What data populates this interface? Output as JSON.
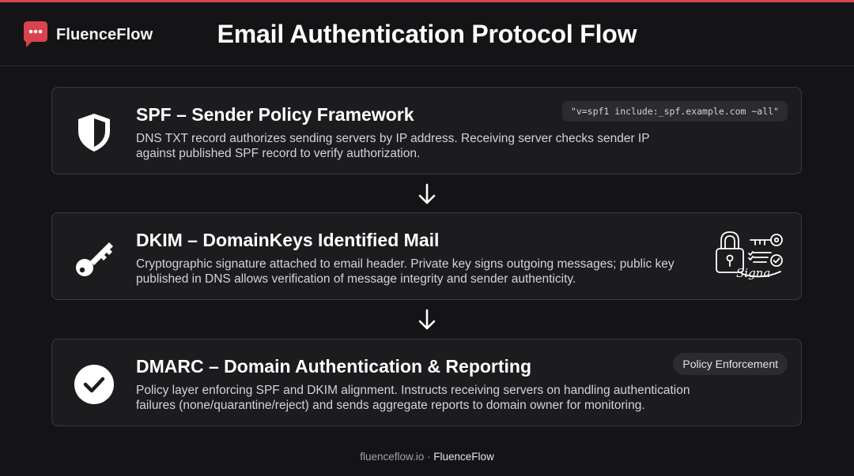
{
  "brand": {
    "name": "FluenceFlow",
    "logo_icon": "chat-bubble-icon",
    "accent_color": "#d9434f"
  },
  "page": {
    "title": "Email Authentication Protocol Flow"
  },
  "cards": [
    {
      "title": "SPF – Sender Policy Framework",
      "description": "DNS TXT record authorizes sending servers by IP address. Receiving server checks sender IP against published SPF record to verify authorization.",
      "icon": "shield-icon",
      "code": "\"v=spf1 include:_spf.example.com ~all\""
    },
    {
      "title": "DKIM – DomainKeys Identified Mail",
      "description": "Cryptographic signature attached to email header. Private key signs outgoing messages; public key published in DNS allows verification of message integrity and sender authenticity.",
      "icon": "key-icon",
      "illustration": "lock-key-signature-icon",
      "illustration_text": "Signa"
    },
    {
      "title": "DMARC – Domain Authentication & Reporting",
      "description": "Policy layer enforcing SPF and DKIM alignment. Instructs receiving servers on handling authentication failures (none/quarantine/reject) and sends aggregate reports to domain owner for monitoring.",
      "icon": "checkmark-circle-icon",
      "tag": "Policy Enforcement"
    }
  ],
  "flow": {
    "arrow_icon": "arrow-down-icon"
  },
  "footer": {
    "domain": "fluenceflow.io",
    "separator": "·",
    "brand": "FluenceFlow"
  }
}
